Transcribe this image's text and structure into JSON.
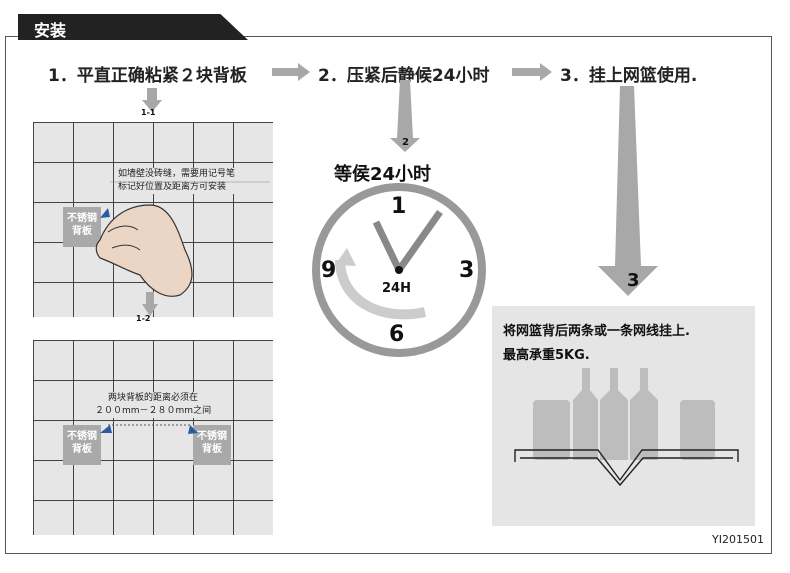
{
  "header": {
    "title": "安装"
  },
  "steps": [
    {
      "label": "1．平直正确粘紧２块背板"
    },
    {
      "label": "2．压紧后静候24小时"
    },
    {
      "label": "3．挂上网篮使用."
    }
  ],
  "sub_markers": {
    "m11": "1-1",
    "m12": "1-2",
    "m2": "2",
    "m3": "3"
  },
  "panel1": {
    "note": [
      "如墙壁没砖缝，需要用记号笔",
      "标记好位置及距离方可安装"
    ],
    "plate_label": [
      "不锈钢",
      "背板"
    ]
  },
  "panel2": {
    "note": [
      "两块背板的距离必须在",
      "２００mm－２８０mm之间"
    ],
    "plate_label": [
      "不锈钢",
      "背板"
    ]
  },
  "clock": {
    "title": "等侯24小时",
    "center_label": "24H",
    "numbers": {
      "top": "1",
      "left": "9",
      "right": "3",
      "bottom": "6"
    }
  },
  "basket": {
    "lines": [
      "将网篮背后两条或一条网线挂上.",
      "最高承重5KG."
    ]
  },
  "code": "YI201501"
}
